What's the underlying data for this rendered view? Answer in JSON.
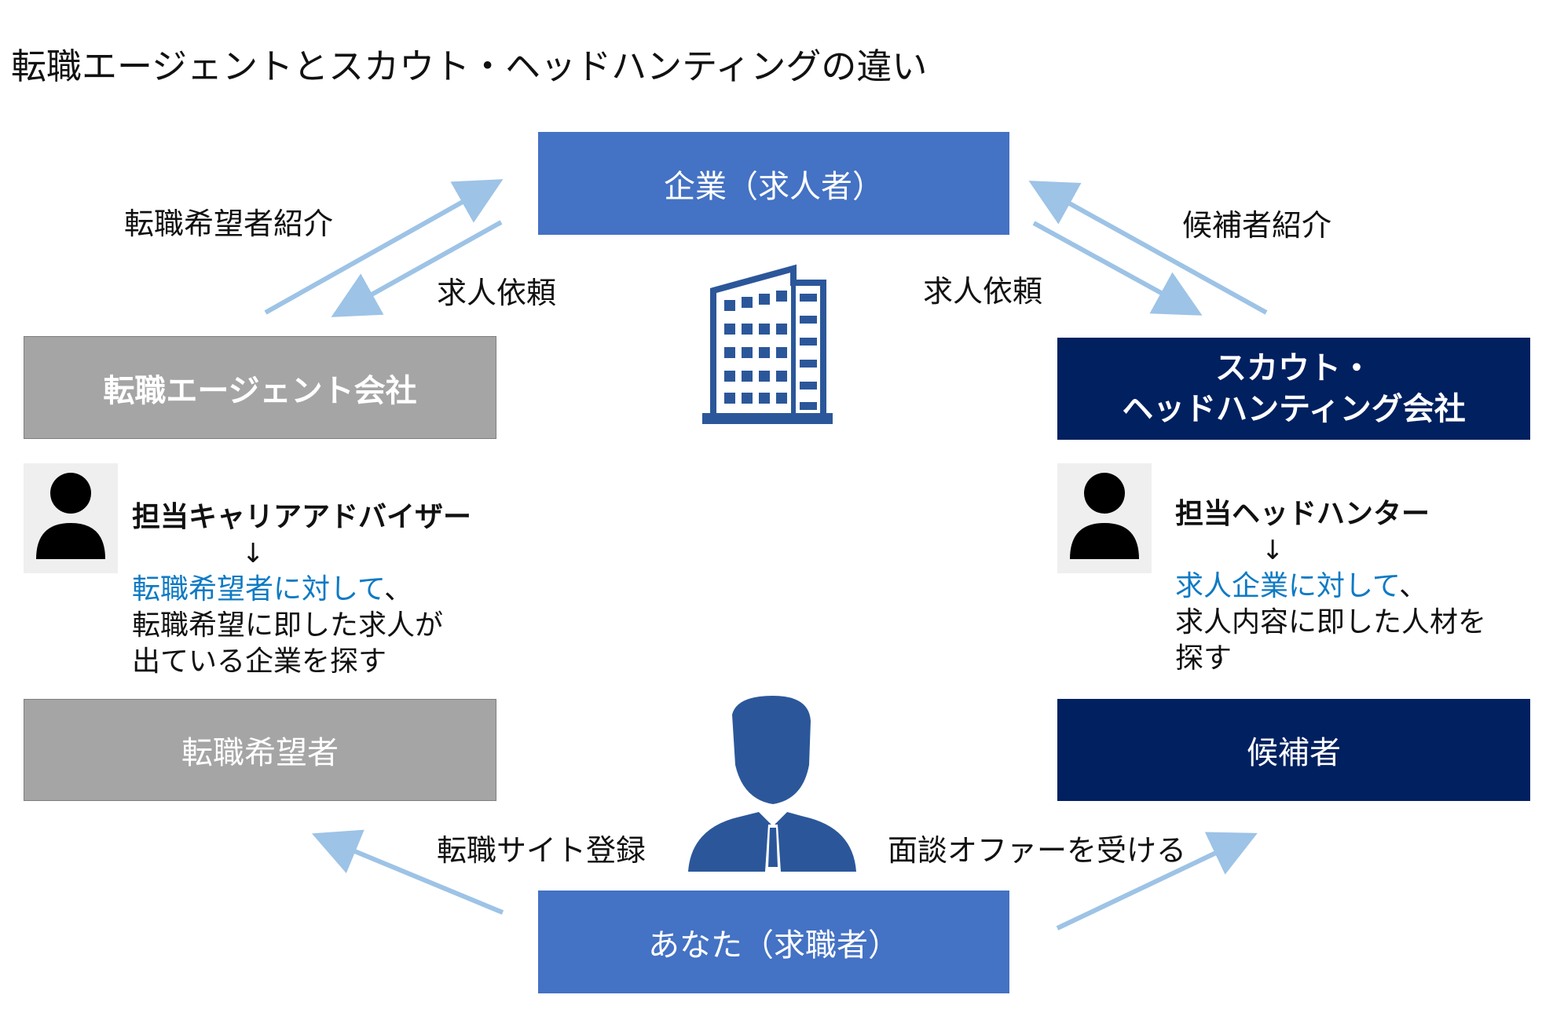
{
  "title": "転職エージェントとスカウト・ヘッドハンティングの違い",
  "nodes": {
    "company": "企業（求人者）",
    "agent_company": "転職エージェント会社",
    "scout_company_line1": "スカウト・",
    "scout_company_line2": "ヘッドハンティング会社",
    "job_seeker_agent": "転職希望者",
    "candidate": "候補者",
    "you": "あなた（求職者）"
  },
  "edge_labels": {
    "referral_left": "転職希望者紹介",
    "request_left": "求人依頼",
    "request_right": "求人依頼",
    "referral_right": "候補者紹介",
    "site_register": "転職サイト登録",
    "offer_receive": "面談オファーを受ける"
  },
  "left_desc": {
    "role": "担当キャリアアドバイザー",
    "arrow": "↓",
    "highlight": "転職希望者に対して",
    "comma": "、",
    "line2": "転職希望に即した求人が",
    "line3": "出ている企業を探す"
  },
  "right_desc": {
    "role": "担当ヘッドハンター",
    "arrow": "↓",
    "highlight": "求人企業に対して",
    "comma": "、",
    "line2": "求人内容に即した人材を",
    "line3": "探す"
  },
  "icons": {
    "building": "building-icon",
    "person_generic": "person-icon",
    "businessman": "businessman-icon"
  },
  "colors": {
    "blue": "#4472c4",
    "gray": "#a5a5a5",
    "navy": "#002060",
    "arrow": "#9dc3e6",
    "highlight": "#0e7ac4"
  }
}
